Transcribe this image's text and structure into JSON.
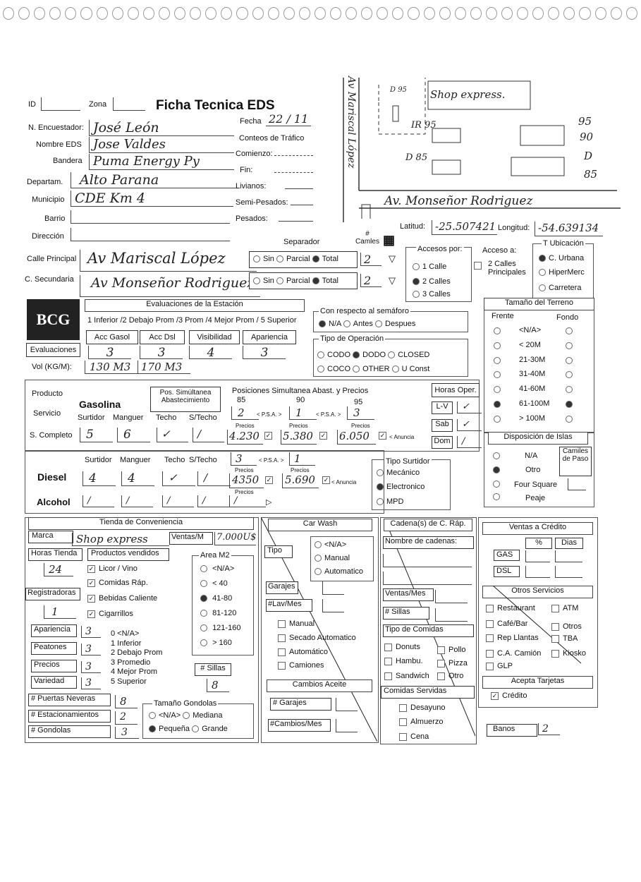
{
  "header": {
    "title": "Ficha Tecnica EDS",
    "id_label": "ID",
    "zona_label": "Zona",
    "fecha_label": "Fecha",
    "fecha_value": "22 / 11"
  },
  "fields": {
    "encuestador_label": "N. Encuestador:",
    "encuestador_value": "José León",
    "nombre_label": "Nombre EDS",
    "nombre_value": "Jose Valdes",
    "bandera_label": "Bandera",
    "bandera_value": "Puma Energy Py",
    "departam_label": "Departam.",
    "departam_value": "Alto Parana",
    "municipio_label": "Municipio",
    "municipio_value": "CDE   Km 4",
    "barrio_label": "Barrio",
    "direccion_label": "Dirección",
    "calle_principal_label": "Calle Principal",
    "calle_principal_value": "Av Mariscal López",
    "calle_secundaria_label": "C. Secundaria",
    "calle_secundaria_value": "Av Monseñor Rodriguez"
  },
  "conteos": {
    "title": "Conteos de Tráfico",
    "comienzo": "Comienzo:",
    "fin": "Fin:",
    "livianos": "Livianos:",
    "semi": "Semi-Pesados:",
    "pesados": "Pesados:"
  },
  "sketch": {
    "street_vertical": "Av Mariscal López",
    "street_horizontal": "Av. Monseñor Rodriguez",
    "shop": "Shop express.",
    "d95": "D 95",
    "ir95": "IR 95",
    "d85": "D 85",
    "n95": "95",
    "n90": "90",
    "nd": "D",
    "n85": "85"
  },
  "coords": {
    "lat_label": "Latitud:",
    "lat_value": "-25.507421",
    "lon_label": "Longitud:",
    "lon_value": "-54.639134"
  },
  "separador": {
    "label": "Separador",
    "camiles_label": "# Camles",
    "sin": "Sin",
    "parcial": "Parcial",
    "total": "Total",
    "row1_count": "2",
    "row2_count": "2"
  },
  "accesos": {
    "label": "Accesos por:",
    "c1": "1 Calle",
    "c2": "2 Calles",
    "c3": "3 Calles",
    "acceso_a": "Acceso a:",
    "principales": "2 Calles Principales"
  },
  "ubicacion": {
    "label": "T Ubicación",
    "urbana": "C. Urbana",
    "hiper": "HiperMerc",
    "carretera": "Carretera"
  },
  "evaluaciones": {
    "title": "Evaluaciones de la Estación",
    "scale": "1 Inferior /2 Debajo Prom /3 Prom /4 Mejor Prom / 5 Superior",
    "acc_gasol": "Acc Gasol",
    "acc_dsl": "Acc Dsl",
    "visibilidad": "Visibilidad",
    "apariencia": "Apariencia",
    "eval_label": "Evaluaciones",
    "vol_label": "Vol (KG/M):",
    "v1": "3",
    "v2": "3",
    "v3": "4",
    "v4": "3",
    "vol_gas": "130 M3",
    "vol_dsl": "170 M3"
  },
  "semaforo": {
    "label": "Con respecto al semáforo",
    "na": "N/A",
    "antes": "Antes",
    "despues": "Despues"
  },
  "operacion": {
    "label": "Tipo de Operación",
    "codo": "CODO",
    "dodo": "DODO",
    "closed": "CLOSED",
    "coco": "COCO",
    "other": "OTHER",
    "uconst": "U Const"
  },
  "terreno": {
    "title": "Tamaño del Terreno",
    "frente": "Frente",
    "fondo": "Fondo",
    "opts": [
      "<N/A>",
      "< 20M",
      "21-30M",
      "31-40M",
      "41-60M",
      "61-100M",
      "> 100M"
    ]
  },
  "gasolina": {
    "producto": "Producto",
    "servicio": "Servicio",
    "title": "Gasolina",
    "surtidor": "Surtidor",
    "manguer": "Manguer",
    "techo": "Techo",
    "stecho": "S/Techo",
    "scompleto": "S. Completo",
    "surt_v": "5",
    "mang_v": "6",
    "pos_sim": "Pos. Simúltanea Abastecimiento",
    "pos_prec": "Posiciones Simultanea Abast. y Precios",
    "o85": "85",
    "o90": "90",
    "o95": "95",
    "p1": "2",
    "p2": "1",
    "p3": "3",
    "psa": "< P.S.A. >",
    "precios": "Precios",
    "price85": "4.230",
    "price90": "5.380",
    "price95": "6.050",
    "anuncia": "< Anuncia"
  },
  "horas": {
    "label": "Horas Oper.",
    "lv": "L-V",
    "sab": "Sab",
    "dom": "Dom"
  },
  "islas": {
    "title": "Disposición de Islas",
    "na": "N/A",
    "otro": "Otro",
    "four": "Four Square",
    "peaje": "Peaje",
    "camiles": "Camiles de Paso"
  },
  "diesel": {
    "title": "Diesel",
    "surtidor": "Surtidor",
    "manguer": "Manguer",
    "techo": "Techo",
    "stecho": "S/Techo",
    "surt_v": "4",
    "mang_v": "4",
    "p1": "3",
    "p2": "1",
    "price1": "4350",
    "price2": "5.690",
    "precios": "Precios",
    "psa": "< P.S.A. >",
    "anuncia": "< Anuncia"
  },
  "alcohol": {
    "title": "Alcohol"
  },
  "surtidor_tipo": {
    "label": "Tipo Surtidor",
    "mec": "Mecánico",
    "elec": "Electronico",
    "mpd": "MPD"
  },
  "tienda": {
    "title": "Tienda de Conveniencia",
    "marca": "Marca",
    "marca_v": "Shop express",
    "ventas": "Ventas/M",
    "ventas_v": "7.000U$",
    "horas": "Horas Tienda",
    "horas_v": "24",
    "productos": "Productos vendidos",
    "licor": "Licor / Vino",
    "comidas": "Comidas Ráp.",
    "bebidas": "Bebidas Caliente",
    "cigarrillos": "Cigarrillos",
    "registradoras": "Registradoras",
    "reg_v": "1",
    "area": "Area M2",
    "area_opts": [
      "<N/A>",
      "< 40",
      "41-80",
      "81-120",
      "121-160",
      "> 160"
    ],
    "apariencia": "Apariencia",
    "peatones": "Peatones",
    "precios": "Precios",
    "variedad": "Variedad",
    "ap_v": "3",
    "pe_v": "3",
    "pr_v": "3",
    "va_v": "3",
    "scale": [
      "0 <N/A>",
      "1 Inferior",
      "2 Debajo Prom",
      "3 Promedio",
      "4 Mejor Prom",
      "5 Superior"
    ],
    "sillas": "# Sillas",
    "sillas_v": "8",
    "neveras": "# Puertas Neveras",
    "neveras_v": "8",
    "estac": "# Estacionamientos",
    "estac_v": "2",
    "gondolas": "# Gondolas",
    "gondolas_v": "3",
    "tam_gond": "Tamaño Gondolas",
    "na": "<N/A>",
    "mediana": "Mediana",
    "pequena": "Pequeña",
    "grande": "Grande"
  },
  "carwash": {
    "title": "Car Wash",
    "tipo": "Tipo",
    "na": "<N/A>",
    "manual": "Manual",
    "auto": "Automatico",
    "garajes": "Garajes",
    "lavmes": "#Lav/Mes",
    "manual2": "Manual",
    "secado": "Secado Automatico",
    "automatico": "Automático",
    "camiones": "Camiones",
    "cambios": "Cambios Aceite",
    "garajes2": "# Garajes",
    "cambiosmes": "#Cambios/Mes"
  },
  "cadena": {
    "title": "Cadena(s) de C. Ráp.",
    "nombre": "Nombre de cadenas:",
    "ventas": "Ventas/Mes",
    "sillas": "# Sillas",
    "tipo": "Tipo de Comidas",
    "donuts": "Donuts",
    "pollo": "Pollo",
    "hambu": "Hambu.",
    "pizza": "Pizza",
    "sandwich": "Sandwich",
    "otro": "Otro",
    "servidas": "Comidas Servidas",
    "desayuno": "Desayuno",
    "almuerzo": "Almuerzo",
    "cena": "Cena"
  },
  "credito": {
    "title": "Ventas a Crédito",
    "pct": "%",
    "dias": "Dias",
    "gas": "GAS",
    "dsl": "DSL",
    "otros": "Otros Servicios",
    "restaurant": "Restaurant",
    "atm": "ATM",
    "cafe": "Café/Bar",
    "otros2": "Otros",
    "rep": "Rep Llantas",
    "tba": "TBA",
    "ca": "C.A. Camión",
    "kiosko": "Kiosko",
    "glp": "GLP",
    "tarjetas": "Acepta Tarjetas",
    "cred": "Crédito",
    "banos": "Banos",
    "banos_v": "2"
  },
  "logo": "BCG"
}
